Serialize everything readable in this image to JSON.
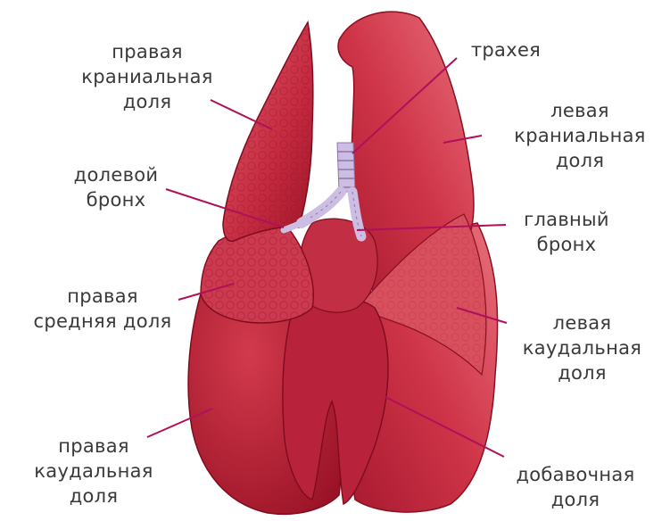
{
  "colors": {
    "leader_line": "#b0105a",
    "lung_dark": "#a81a30",
    "lung_mid": "#c92c44",
    "lung_light": "#e36a78",
    "trachea": "#c9b8e0",
    "background": "#ffffff"
  },
  "labels": {
    "right_cranial": {
      "line1": "правая",
      "line2": "краниальная",
      "line3": "доля"
    },
    "lobar_bronchus": {
      "line1": "долевой",
      "line2": "бронх"
    },
    "right_middle": {
      "line1": "правая",
      "line2": "средняя доля"
    },
    "right_caudal": {
      "line1": "правая",
      "line2": "каудальная",
      "line3": "доля"
    },
    "trachea": {
      "line1": "трахея"
    },
    "left_cranial": {
      "line1": "левая",
      "line2": "краниальная",
      "line3": "доля"
    },
    "main_bronchus": {
      "line1": "главный",
      "line2": "бронх"
    },
    "left_caudal": {
      "line1": "левая",
      "line2": "каудальная",
      "line3": "доля"
    },
    "accessory": {
      "line1": "добавочная",
      "line2": "доля"
    }
  }
}
